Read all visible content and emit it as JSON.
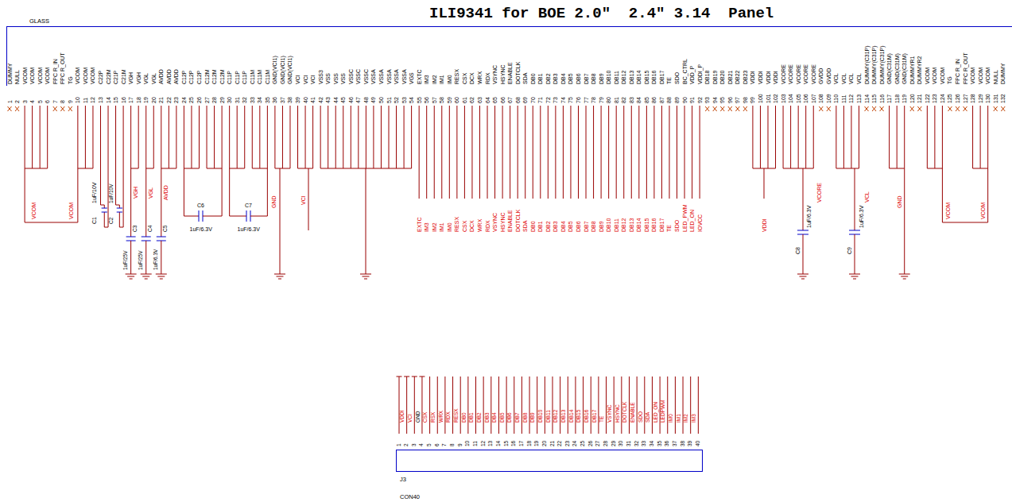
{
  "diagram": {
    "title": "ILI9341 for BOE 2.0\"  2.4\" 3.14  Panel",
    "nodes": [
      {
        "text": [
          "GLASS"
        ]
      },
      {
        "text": [
          "J3",
          "CON40"
        ]
      }
    ],
    "labels": [
      "DUMMY",
      "NULL",
      "VCOM",
      "VCOM",
      "VCOM",
      "VCOM",
      "FPC R_IN",
      "FPC R_OUT",
      "TG",
      "VCOM",
      "VCOM",
      "VCOM",
      "C22P",
      "C22M",
      "C21P",
      "C21M",
      "VGH",
      "VGH",
      "VGL",
      "VGL",
      "AVDD",
      "AVDD",
      "AVDD",
      "C12P",
      "C12P",
      "C12P",
      "C12M",
      "C12M",
      "C12M",
      "C11P",
      "C11P",
      "C11P",
      "C11M",
      "C11M",
      "C11M",
      "GND(VCI1)",
      "GND(VCI1)",
      "GND(VCI1)",
      "VCI",
      "VCI",
      "VCI",
      "VSS3",
      "VSS",
      "VSS",
      "VSS",
      "VSSC",
      "VSSC",
      "VSSC",
      "VSSA",
      "VSSA",
      "VSSA",
      "VSSA",
      "VSSA",
      "VGS",
      "EXTC",
      "IM3",
      "IM2",
      "IM1",
      "IM0",
      "RESX",
      "CSX",
      "DCX",
      "WRX",
      "RDX",
      "VSYNC",
      "HSYNC",
      "ENABLE",
      "DOTCLK",
      "SDA",
      "DB0",
      "DB1",
      "DB2",
      "DB3",
      "DB4",
      "DB5",
      "DB6",
      "DB7",
      "DB8",
      "DB9",
      "DB10",
      "DB11",
      "DB12",
      "DB13",
      "DB14",
      "DB15",
      "DB16",
      "DB17",
      "TE",
      "SDO",
      "BC_CTRL",
      "VDD_P",
      "VDDI_P",
      "DB18",
      "DB19",
      "DB20",
      "DB21",
      "DB22",
      "DB23",
      "VDDI",
      "VDDI",
      "VDDI",
      "VDDI",
      "VCORE",
      "VCORE",
      "VCORE",
      "VCORE",
      "VCORE",
      "GVDD",
      "GVDD",
      "VCL",
      "VCL",
      "VCL",
      "VCL",
      "DUMMY(C31P)",
      "DUMMY(C31P)",
      "DUMMY(C31P)",
      "GND(C31M)",
      "GND(C31M)",
      "GND(C31M)",
      "DUMMYR1",
      "DUMMYR2",
      "VCOM",
      "VCOM",
      "VCOM",
      "TG",
      "FPC R_IN",
      "FPC R_OUT",
      "VCOM",
      "VCOM",
      "VCOM",
      "NULL",
      "DUMMY",
      "1",
      "2",
      "3",
      "4",
      "5",
      "6",
      "7",
      "8",
      "9",
      "10",
      "11",
      "12",
      "13",
      "14",
      "15",
      "16",
      "17",
      "18",
      "19",
      "20",
      "21",
      "22",
      "23",
      "24",
      "25",
      "26",
      "27",
      "28",
      "29",
      "30",
      "31",
      "32",
      "33",
      "34",
      "35",
      "36",
      "37",
      "38",
      "39",
      "40",
      "41",
      "42",
      "43",
      "44",
      "45",
      "46",
      "47",
      "48",
      "49",
      "50",
      "51",
      "52",
      "53",
      "54",
      "55",
      "56",
      "57",
      "58",
      "59",
      "60",
      "61",
      "62",
      "63",
      "64",
      "65",
      "66",
      "67",
      "68",
      "69",
      "70",
      "71",
      "72",
      "73",
      "74",
      "75",
      "76",
      "77",
      "78",
      "79",
      "80",
      "81",
      "82",
      "83",
      "84",
      "85",
      "86",
      "87",
      "88",
      "89",
      "90",
      "91",
      "92",
      "93",
      "94",
      "95",
      "96",
      "97",
      "98",
      "99",
      "100",
      "101",
      "102",
      "103",
      "104",
      "105",
      "106",
      "107",
      "108",
      "109",
      "110",
      "111",
      "112",
      "113",
      "114",
      "115",
      "116",
      "117",
      "118",
      "119",
      "120",
      "121",
      "122",
      "123",
      "124",
      "125",
      "126",
      "127",
      "128",
      "129",
      "130",
      "131",
      "132",
      "VCOM",
      "VCOM",
      "VGH",
      "VGL",
      "AVDD",
      "GND",
      "VCI",
      "EXTC",
      "IM3",
      "IM2",
      "IM1",
      "IM0",
      "RESX",
      "CSX",
      "DCX",
      "WRX",
      "RDX",
      "VSYNC",
      "HSYNC",
      "ENABLE",
      "DOTCLK",
      "SDA",
      "DB0",
      "DB1",
      "DB2",
      "DB3",
      "DB4",
      "DB5",
      "DB6",
      "DB7",
      "DB8",
      "DB9",
      "DB10",
      "DB11",
      "DB12",
      "DB13",
      "DB14",
      "DB15",
      "DB16",
      "DB17",
      "TE",
      "SDO",
      "LED_PWM",
      "LED_ON",
      "IOVCC",
      "VDDI",
      "VCORE",
      "VCL",
      "GND",
      "VCOM",
      "VCOM",
      "C1",
      "1uF/10V",
      "C2",
      "1uF/10V",
      "C3",
      "C4",
      "C5",
      "1uF/25V",
      "1uF/25V",
      "1uF/6.3V",
      "C6",
      "1uF/6.3V",
      "C7",
      "1uF/6.3V",
      "C8",
      "1uF/6.3V",
      "C9",
      "1uF/6.3V",
      "VDDI",
      "VCI",
      "GND",
      "CSX",
      "RSX",
      "WRX",
      "RDX",
      "RESX",
      "DB0",
      "DB1",
      "DB2",
      "DB3",
      "DB4",
      "DB5",
      "DB6",
      "DB7",
      "DB8",
      "DB9",
      "DB10",
      "DB11",
      "DB12",
      "DB13",
      "DB14",
      "DB15",
      "DB16",
      "DB17",
      "TE",
      "VSYNC",
      "HSYNC",
      "DOTCLK",
      "ENABLE",
      "SDO",
      "SDA",
      "LED_ON",
      "LEDPWM",
      "IM0",
      "IM1",
      "IM2",
      "IM3",
      "1",
      "2",
      "3",
      "4",
      "5",
      "6",
      "7",
      "8",
      "9",
      "10",
      "11",
      "12",
      "13",
      "14",
      "15",
      "16",
      "17",
      "18",
      "19",
      "20",
      "21",
      "22",
      "23",
      "24",
      "25",
      "26",
      "27",
      "28",
      "29",
      "30",
      "31",
      "32",
      "33",
      "34",
      "35",
      "36",
      "37",
      "38",
      "39",
      "40"
    ]
  }
}
